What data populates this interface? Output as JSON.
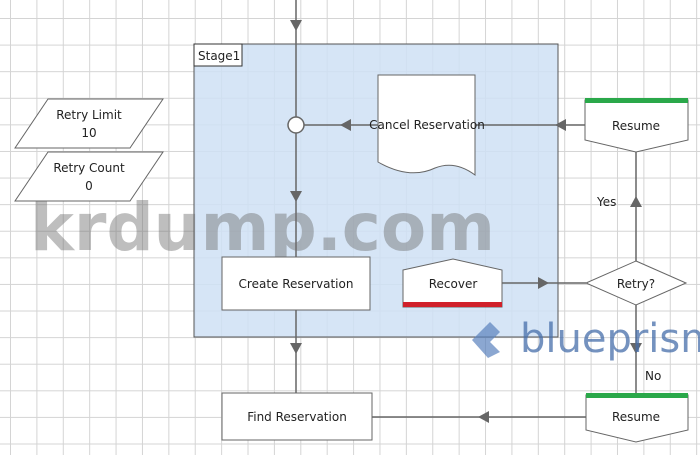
{
  "stage": {
    "label": "Stage1",
    "color": "#cfe0f4"
  },
  "data_items": [
    {
      "name": "Retry Limit",
      "value": "10"
    },
    {
      "name": "Retry Count",
      "value": "0"
    }
  ],
  "nodes": {
    "cancel_reservation": "Cancel Reservation",
    "create_reservation": "Create Reservation",
    "recover": "Recover",
    "retry_decision": "Retry?",
    "resume_top": "Resume",
    "resume_bottom": "Resume",
    "find_reservation": "Find Reservation"
  },
  "edge_labels": {
    "yes": "Yes",
    "no": "No"
  },
  "colors": {
    "recover_bar": "#d0202a",
    "resume_bar": "#2aa84a",
    "line": "#6a6a6a"
  },
  "watermarks": {
    "site": "krdump.com",
    "brand": "blueprism"
  }
}
